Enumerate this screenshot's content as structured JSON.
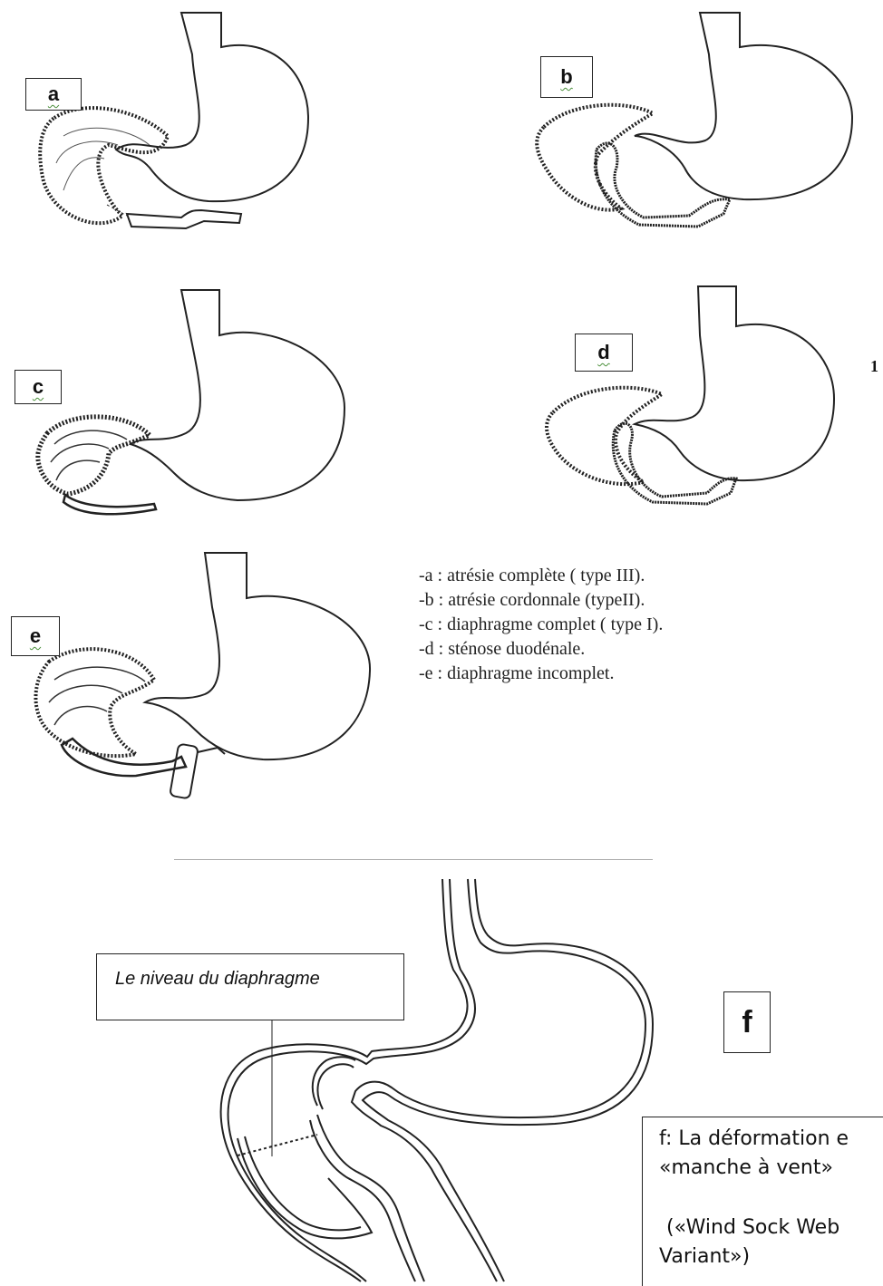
{
  "panels": {
    "a": {
      "label": "a"
    },
    "b": {
      "label": "b"
    },
    "c": {
      "label": "c"
    },
    "d": {
      "label": "d"
    },
    "e": {
      "label": "e"
    }
  },
  "stray_mark": "1",
  "legend": [
    "-a : atrésie complète ( type III).",
    "-b : atrésie cordonnale (typeII).",
    "-c : diaphragme complet ( type I).",
    "-d : sténose duodénale.",
    "-e : diaphragme incomplet."
  ],
  "figure_f": {
    "label": "f",
    "level_label": "Le niveau du diaphragme",
    "caption_lines": [
      "f: La déformation e",
      "«manche à vent»",
      "(«Wind Sock Web",
      "Variant»)"
    ]
  }
}
